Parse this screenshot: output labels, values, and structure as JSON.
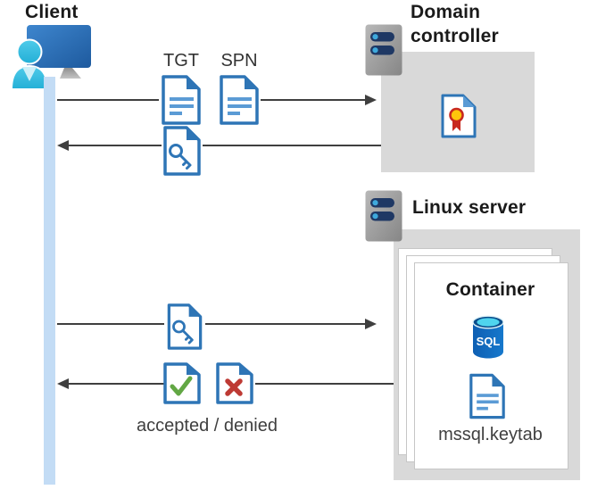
{
  "client": {
    "label": "Client",
    "icon": "user-workstation-icon"
  },
  "domain_controller": {
    "label": "Domain controller",
    "icons": [
      "server-icon",
      "certificate-icon"
    ]
  },
  "linux_server": {
    "label": "Linux server",
    "icon": "server-icon",
    "container": {
      "title": "Container",
      "sql_text": "SQL",
      "keytab_label": "mssql.keytab",
      "icons": [
        "sql-database-icon",
        "document-icon"
      ]
    }
  },
  "flow": {
    "tgt_label": "TGT",
    "spn_label": "SPN",
    "result_label": "accepted / denied",
    "message_icons": [
      "tgt-document-icon",
      "spn-document-icon",
      "key-ticket-document-icon",
      "key-ticket-document-icon",
      "accepted-document-icon",
      "denied-document-icon"
    ]
  },
  "colors": {
    "doc_border": "#2E75B6",
    "doc_lines": "#5B9BD5",
    "arrow_gray": "#3F3F3F",
    "box_gray": "#D9D9D9",
    "lifeline_blue": "#C3DCF5",
    "monitor_blue": "#2F6FB7",
    "person_cyan": "#3BC2E6",
    "server_bar_navy": "#1F3864",
    "server_dot_cyan": "#3FA9DC",
    "check_green": "#62A744",
    "cross_red": "#BE3A34",
    "seal_yellow": "#FFC60B",
    "seal_red": "#C8281E",
    "sql_body_blue": "#1272C5",
    "sql_top_cyan": "#4FD4EE"
  }
}
